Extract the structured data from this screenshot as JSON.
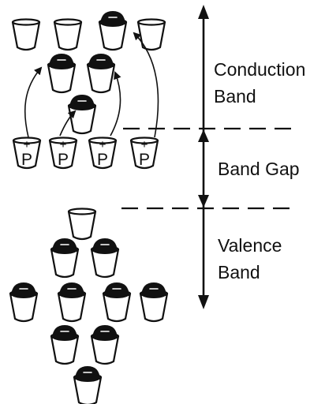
{
  "labels": {
    "conduction_line1": "Conduction",
    "conduction_line2": "Band",
    "gap": "Band Gap",
    "valence_line1": "Valence",
    "valence_line2": "Band"
  },
  "impurity": {
    "charge_symbol": "+",
    "letter": "P"
  },
  "colors": {
    "ink": "#111111",
    "background": "#ffffff"
  },
  "icons": [
    "bucket-icon",
    "electron-icon",
    "arrow-icon"
  ]
}
